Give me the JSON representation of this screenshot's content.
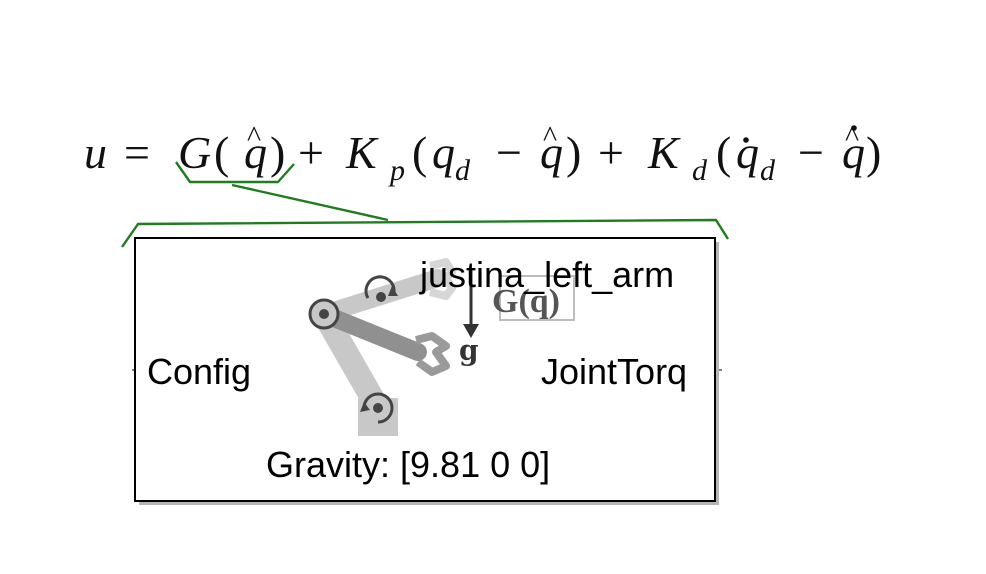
{
  "equation": {
    "parts": [
      "u",
      "=",
      "G",
      "(",
      "q",
      "^",
      ")",
      "+",
      "K",
      "p",
      "(",
      "q",
      "d",
      "−",
      "q",
      "^",
      ")",
      "+",
      "K",
      "d",
      "(",
      "q",
      "d",
      "−",
      "q",
      "^",
      ")"
    ]
  },
  "block": {
    "title": "justina_left_arm",
    "input_port": "Config",
    "output_port": "JointTorq",
    "parameter": "Gravity: [9.81 0 0]",
    "icon_label_gravity_term": "G(q)",
    "icon_label_gravity_vector": "g"
  },
  "colors": {
    "bracket": "#1e7d1e",
    "title": "#0000cc",
    "robot": "#c8c8c8",
    "robot_dark": "#444444"
  }
}
